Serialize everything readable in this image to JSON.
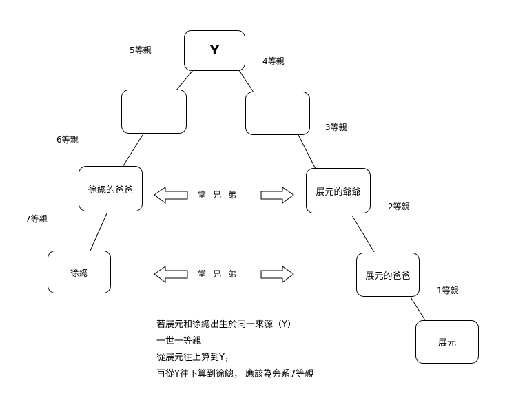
{
  "nodes": {
    "y": "Y",
    "left_gen1": "",
    "right_gen1": "",
    "xu_father": "徐總的爸爸",
    "zhan_grandfather": "展元的爺爺",
    "xu": "徐總",
    "zhan_father": "展元的爸爸",
    "zhan": "展元"
  },
  "degree_labels": {
    "d5": "5等親",
    "d4": "4等親",
    "d6": "6等親",
    "d3": "3等親",
    "d7": "7等親",
    "d2": "2等親",
    "d1": "1等親"
  },
  "relations": {
    "upper": "堂兄弟",
    "lower": "堂兄弟"
  },
  "note": [
    "若展元和徐總出生於同一來源（Y）",
    "一世一等親",
    "從展元往上算到Y，",
    "再從Y往下算到徐總， 應該為旁系7等親"
  ]
}
